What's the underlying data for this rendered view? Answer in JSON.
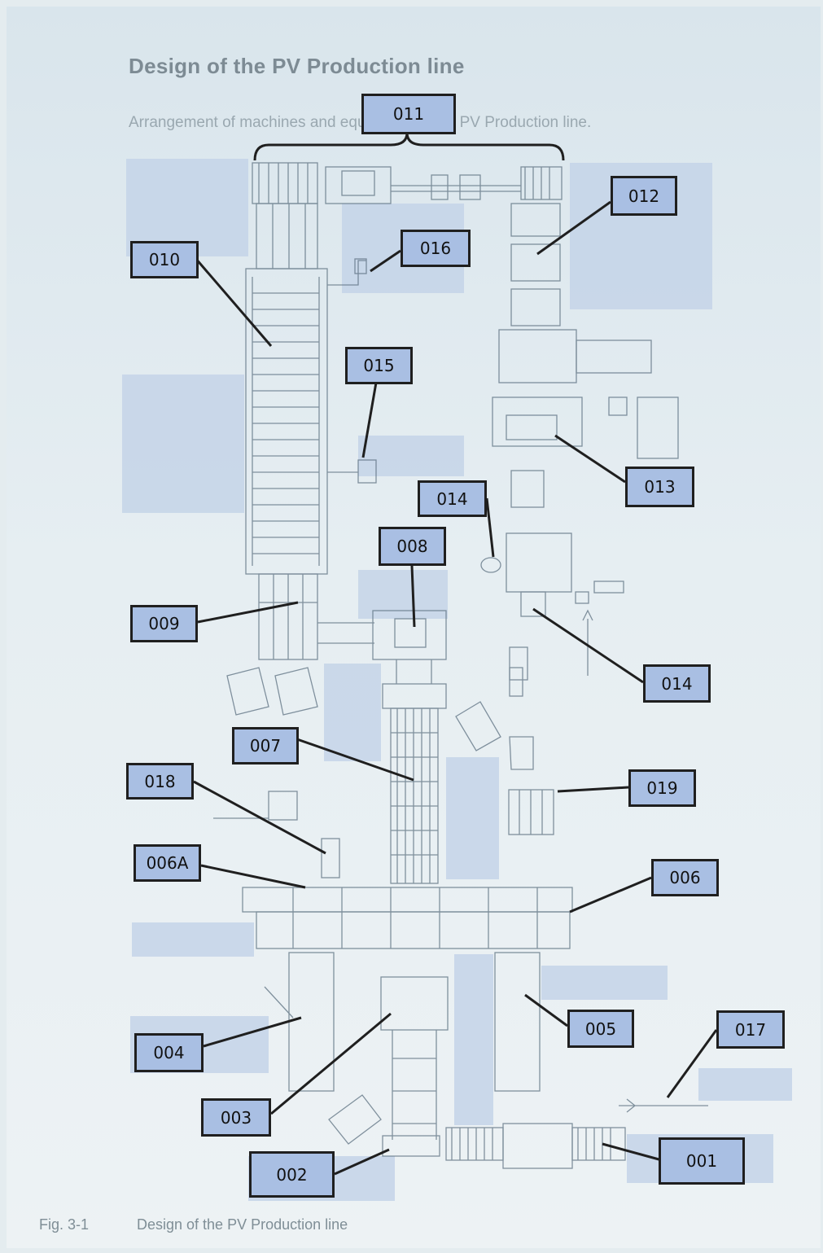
{
  "title": "Design of the PV Production line",
  "subtitle": "Arrangement of machines and equipment of the PV Production line.",
  "caption": {
    "figure": "Fig. 3-1",
    "text": "Design of the PV Production line"
  },
  "labels": [
    "011",
    "012",
    "010",
    "016",
    "015",
    "013",
    "014",
    "008",
    "009",
    "014",
    "007",
    "018",
    "019",
    "006A",
    "006",
    "005",
    "017",
    "004",
    "003",
    "002",
    "001"
  ]
}
